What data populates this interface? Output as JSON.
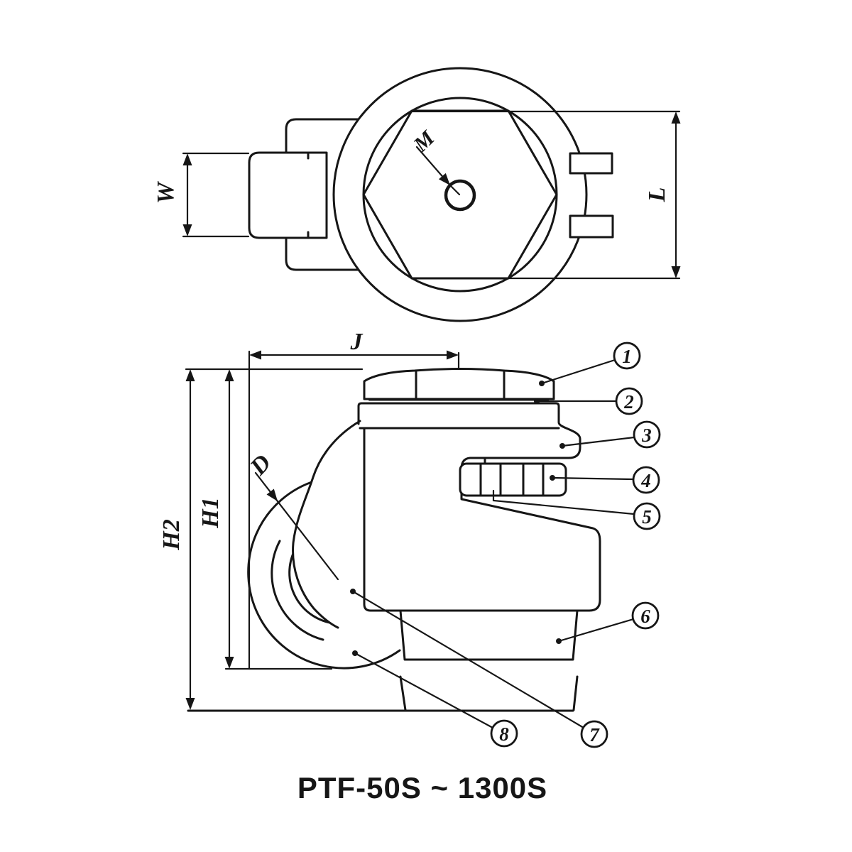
{
  "title": "PTF-50S ~ 1300S",
  "dims": {
    "W": "W",
    "L": "L",
    "M": "M",
    "J": "J",
    "D": "D",
    "H1": "H1",
    "H2": "H2"
  },
  "callouts": [
    "1",
    "2",
    "3",
    "4",
    "5",
    "6",
    "7",
    "8"
  ],
  "colors": {
    "line": "#161616",
    "background": "#ffffff"
  }
}
